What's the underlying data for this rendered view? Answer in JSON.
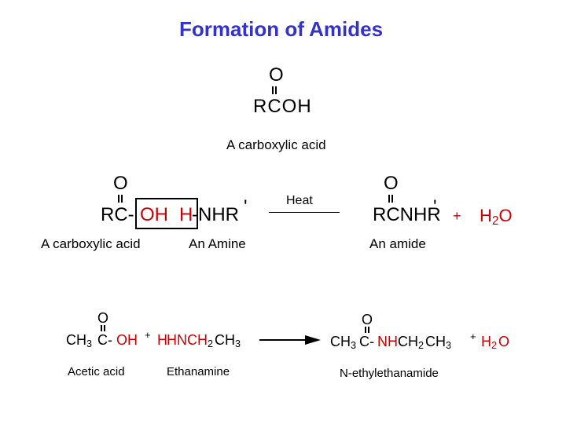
{
  "title": "Formation of Amides",
  "top": {
    "o": "O",
    "formula": "RCOH",
    "label": "A carboxylic acid"
  },
  "mid": {
    "o": "O",
    "rc": "RC-",
    "oh": "OH",
    "h": "H",
    "nhr": "-NHR",
    "prime": "'",
    "reactant1_label": "A carboxylic acid",
    "reactant2_label": "An Amine",
    "arrow_label": "Heat",
    "product_o": "O",
    "product": "RCNHR",
    "product_prime": "'",
    "plus": "+",
    "water": "H",
    "water_sub": "2",
    "water_o": "O",
    "product_label": "An amide"
  },
  "bottom": {
    "o": "O",
    "ch3": "CH",
    "ch3_sub": "3",
    "c": "C-",
    "oh": "OH",
    "plus": "+",
    "h": "H",
    "amine": "HNCH",
    "amine_sub": "2",
    "amine_end": "CH",
    "amine_end_sub": "3",
    "reactant1_label": "Acetic acid",
    "reactant2_label": "Ethanamine",
    "product_o": "O",
    "p_ch3": "CH",
    "p_ch3_sub": "3",
    "p_c": "C-",
    "p_nh": "NH",
    "p_ch2": "CH",
    "p_ch2_sub": "2",
    "p_ch3b": "CH",
    "p_ch3b_sub": "3",
    "p_plus": "+",
    "p_water": "H",
    "p_water_sub": "2",
    "p_water_o": "O",
    "product_label": "N-ethylethanamide"
  }
}
